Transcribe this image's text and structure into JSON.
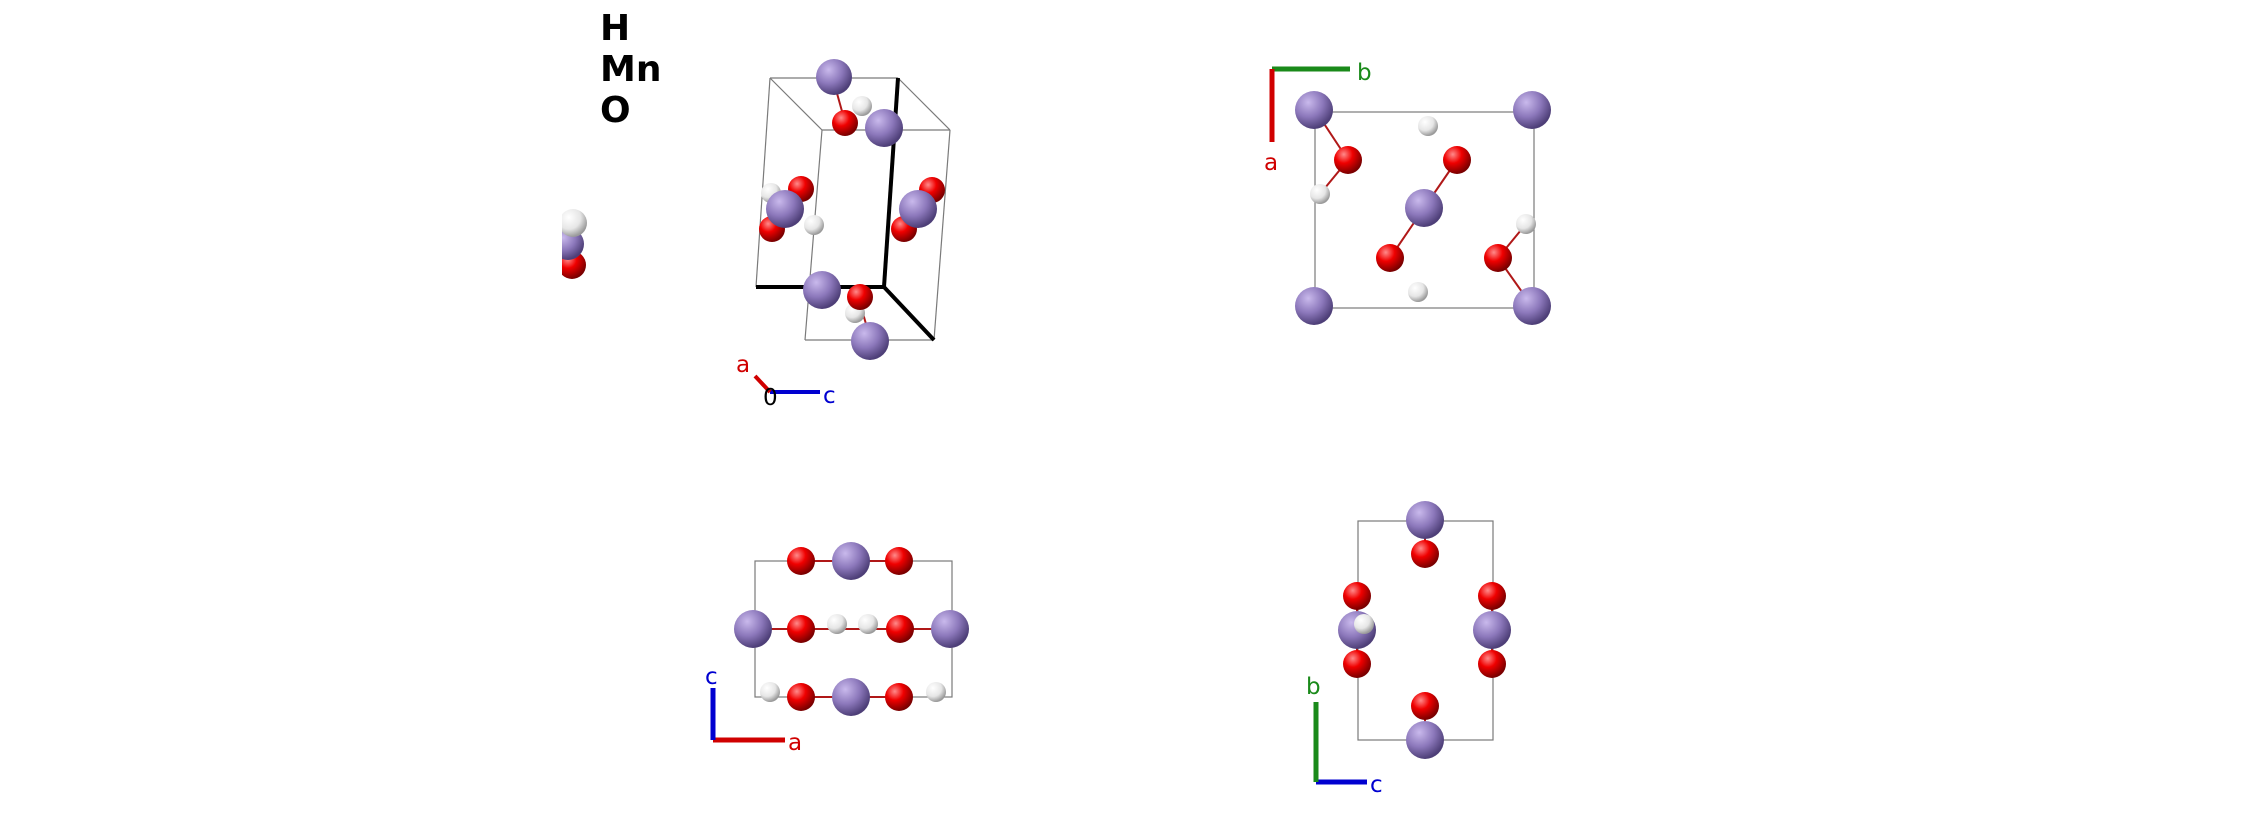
{
  "legend": {
    "elements": [
      "H",
      "Mn",
      "O"
    ]
  },
  "colors": {
    "H": "#f2f2f2",
    "Mn": "#8f7bbd",
    "O": "#e00000",
    "axis_a": "#d00000",
    "axis_b": "#1a8a1a",
    "axis_c": "#0000d0",
    "cell": "#7a7a7a",
    "bond": "#b01818"
  },
  "axes": {
    "perspective": {
      "labels": [
        "a",
        "0",
        "c"
      ]
    },
    "view_ab": {
      "labels": [
        "b",
        "a"
      ]
    },
    "view_ca": {
      "labels": [
        "c",
        "a"
      ]
    },
    "view_bc": {
      "labels": [
        "b",
        "c"
      ]
    }
  }
}
